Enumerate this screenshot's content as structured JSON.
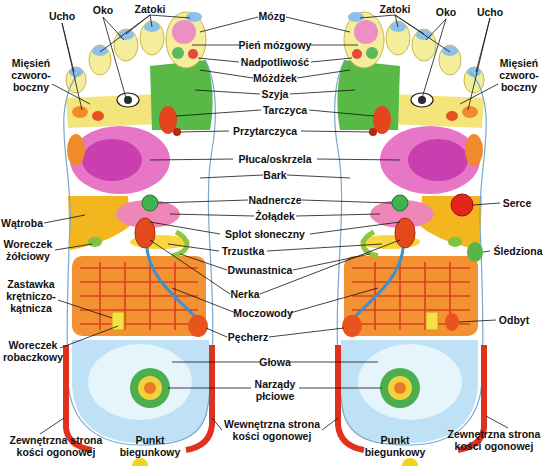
{
  "diagram": {
    "labels": [
      "Ucho",
      "Oko",
      "Zatoki",
      "Mózg",
      "Zatoki",
      "Oko",
      "Ucho",
      "Mięsień czworo- boczny",
      "Mięsień czworo- boczny",
      "Pień mózgowy",
      "Nadpotliwość",
      "Móżdżek",
      "Szyja",
      "Tarczyca",
      "Przytarczyca",
      "Płuca/oskrzela",
      "Bark",
      "Nadnercze",
      "Serce",
      "Wątroba",
      "Żołądek",
      "Splot słoneczny",
      "Woreczek żółciowy",
      "Trzustka",
      "Śledziona",
      "Dwunastnica",
      "Zastawka krętniczo- kątnicza",
      "Nerka",
      "Moczowody",
      "Odbyt",
      "Pęcherz",
      "Woreczek robaczkowy",
      "Głowa",
      "Narządy płciowe",
      "Wewnętrzna strona kości ogonowej",
      "Zewnętrzna strona kości ogonowej",
      "Punkt biegunkowy",
      "Punkt biegunkowy",
      "Zewnętrzna strona kości ogonowej"
    ]
  }
}
